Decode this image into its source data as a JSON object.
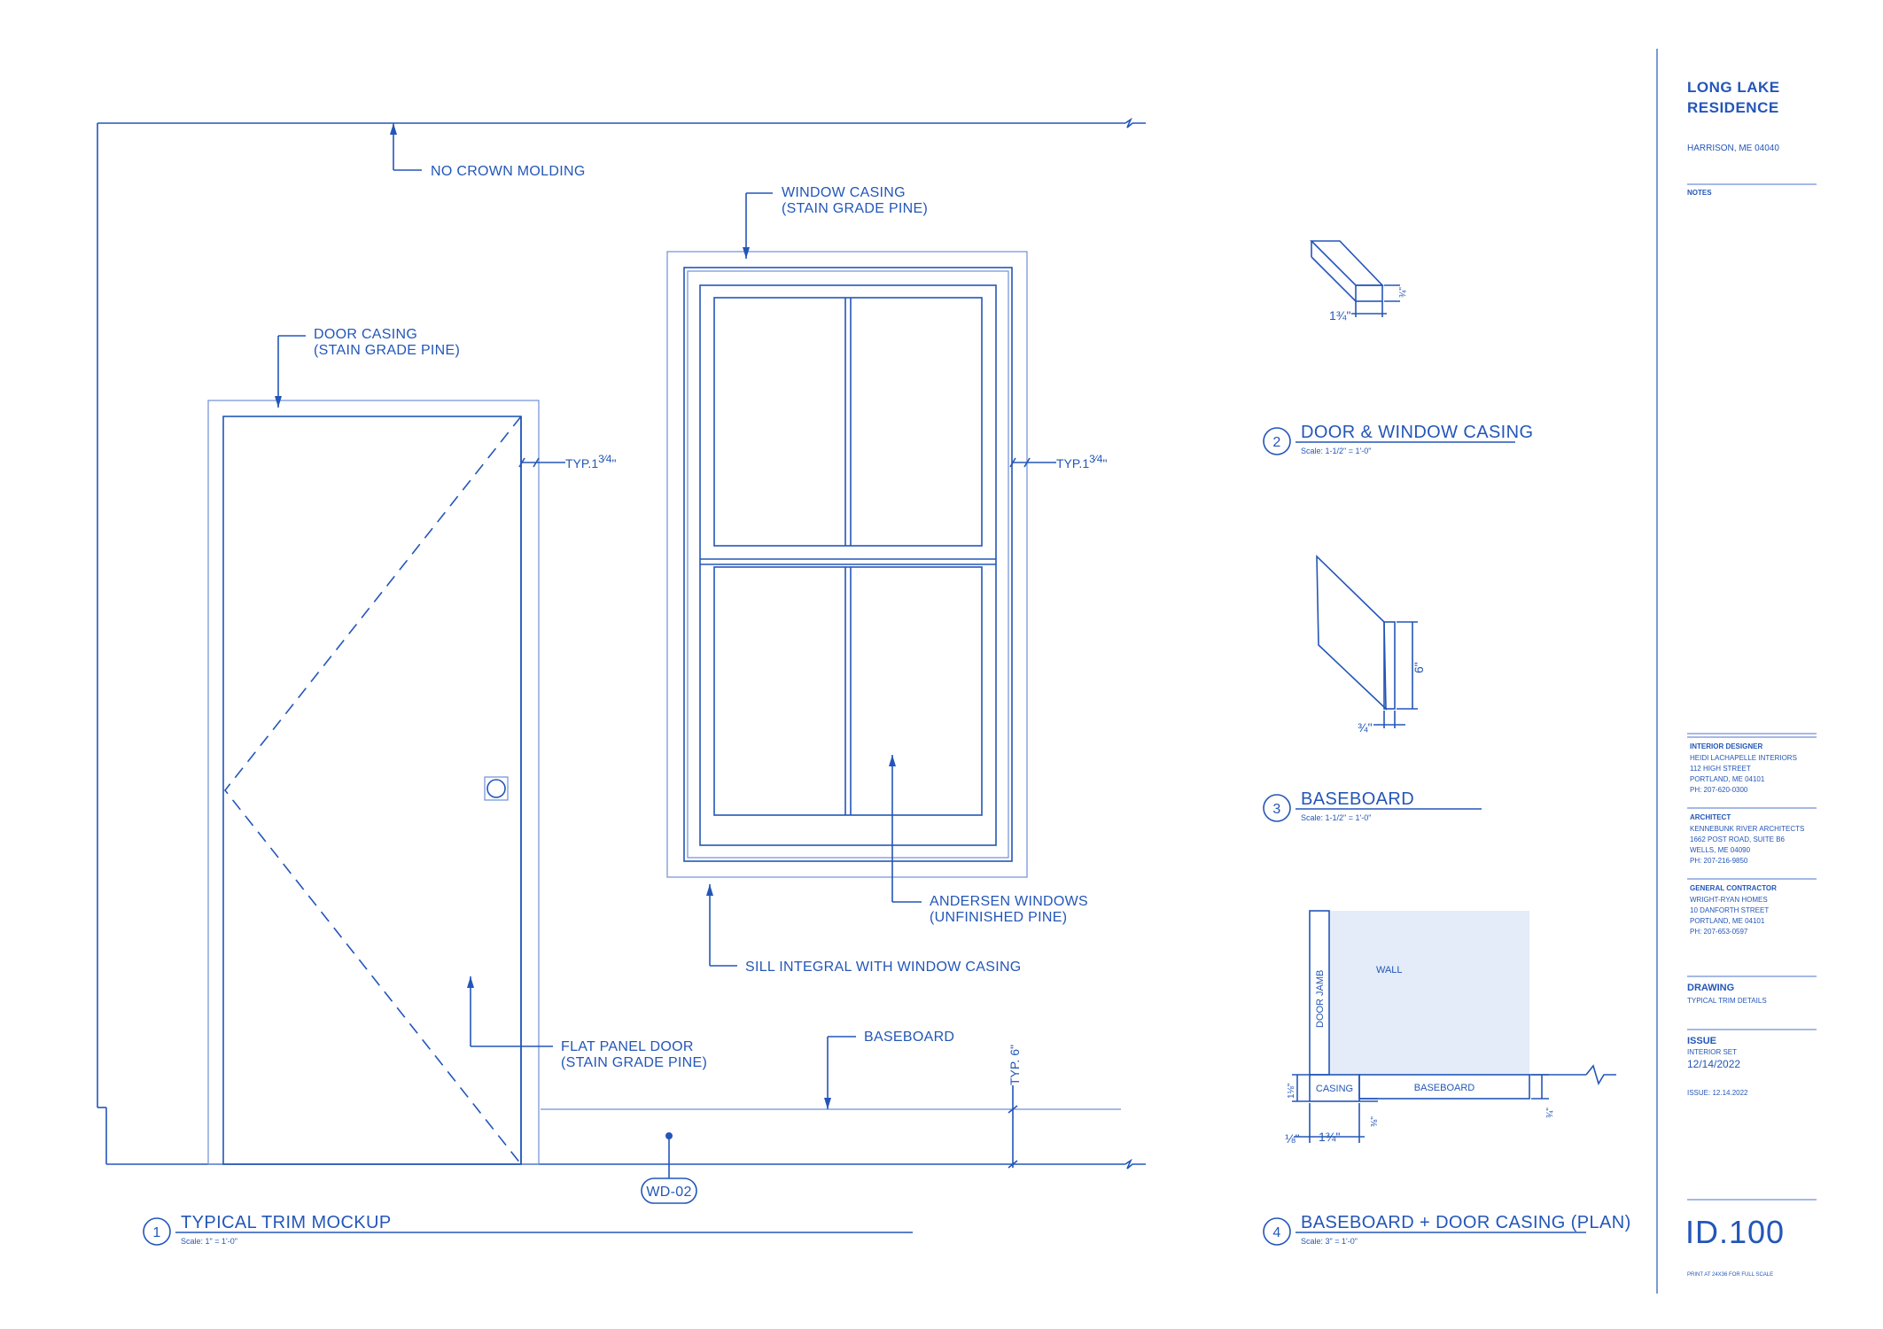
{
  "project": {
    "name_line1": "LONG LAKE",
    "name_line2": "RESIDENCE",
    "location": "HARRISON, ME 04040"
  },
  "notes_label": "NOTES",
  "labels": {
    "no_crown_molding": "NO CROWN MOLDING",
    "window_casing_1": "WINDOW CASING",
    "window_casing_2": "(STAIN GRADE PINE)",
    "door_casing_1": "DOOR CASING",
    "door_casing_2": "(STAIN GRADE PINE)",
    "typ_door_prefix": "TYP.1",
    "typ_door_frac": "3⁄4",
    "typ_door_suffix": "\"",
    "typ_window_prefix": "TYP.1",
    "typ_window_frac": "3⁄4",
    "typ_window_suffix": "\"",
    "andersen_1": "ANDERSEN WINDOWS",
    "andersen_2": "(UNFINISHED PINE)",
    "sill": "SILL INTEGRAL WITH WINDOW CASING",
    "baseboard": "BASEBOARD",
    "flat_panel_1": "FLAT PANEL DOOR",
    "flat_panel_2": "(STAIN GRADE PINE)",
    "typ_6": "TYP. 6\"",
    "tag": "WD-02"
  },
  "details": [
    {
      "number": "1",
      "title": "TYPICAL TRIM MOCKUP",
      "scale": "Scale: 1\" = 1'-0\""
    },
    {
      "number": "2",
      "title": "DOOR & WINDOW CASING",
      "scale": "Scale: 1-1/2\" = 1'-0\""
    },
    {
      "number": "3",
      "title": "BASEBOARD",
      "scale": "Scale: 1-1/2\" = 1'-0\""
    },
    {
      "number": "4",
      "title": "BASEBOARD + DOOR CASING (PLAN)",
      "scale": "Scale: 3\" = 1'-0\""
    }
  ],
  "dims": {
    "casing_width": "1¾\"",
    "casing_thk": "¾\"",
    "base_height": "6\"",
    "base_thk": "¾\"",
    "plan_casing_w": "1¾\"",
    "plan_left": "⅛\"",
    "plan_casing_proj": "1⅛\"",
    "plan_reveal": "⅜\"",
    "plan_base_thk": "¾\""
  },
  "plan": {
    "wall": "WALL",
    "door_jamb": "DOOR JAMB",
    "casing": "CASING",
    "baseboard": "BASEBOARD"
  },
  "titleblock": {
    "designer": {
      "heading": "INTERIOR DESIGNER",
      "lines": [
        "HEIDI LACHAPELLE INTERIORS",
        "112 HIGH STREET",
        "PORTLAND, ME 04101",
        "PH: 207-620-0300"
      ]
    },
    "architect": {
      "heading": "ARCHITECT",
      "lines": [
        "KENNEBUNK RIVER ARCHITECTS",
        "1662 POST ROAD, SUITE B6",
        "WELLS, ME 04090",
        "PH: 207-216-9850"
      ]
    },
    "contractor": {
      "heading": "GENERAL CONTRACTOR",
      "lines": [
        "WRIGHT-RYAN HOMES",
        "10 DANFORTH STREET",
        "PORTLAND, ME 04101",
        "PH: 207-653-0597"
      ]
    },
    "drawing": {
      "heading": "DRAWING",
      "value": "TYPICAL TRIM DETAILS"
    },
    "issue": {
      "heading": "ISSUE",
      "value": "INTERIOR SET",
      "date": "12/14/2022",
      "note": "ISSUE: 12.14.2022"
    },
    "sheet_number": "ID.100",
    "print_note": "PRINT AT 24X36 FOR FULL SCALE"
  },
  "colors": {
    "line": "#2356b8",
    "wall_fill": "#e3ecf8",
    "light_line": "#6f8fd6"
  }
}
